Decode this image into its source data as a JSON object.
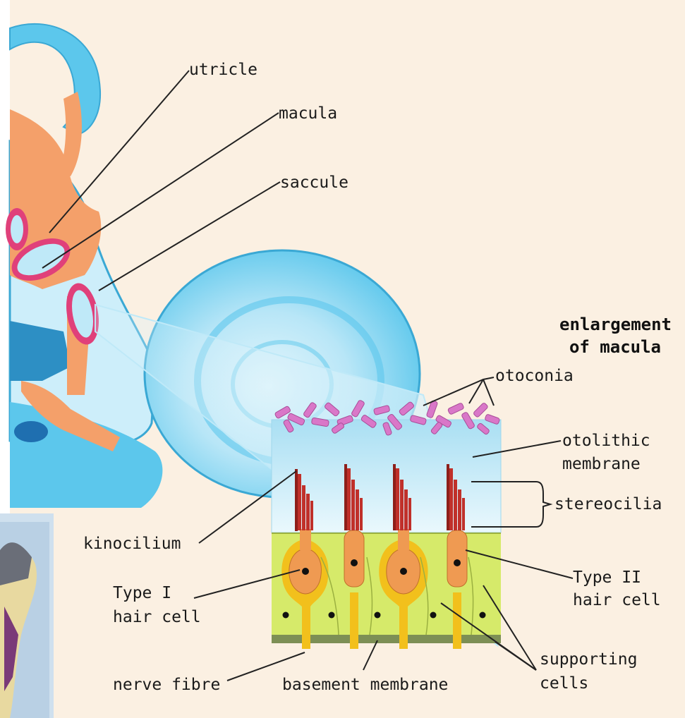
{
  "labels": {
    "utricle": "utricle",
    "macula": "macula",
    "saccule": "saccule",
    "enlargement_line1": "enlargement",
    "enlargement_line2": "of macula",
    "otoconia": "otoconia",
    "otolithic_line1": "otolithic",
    "otolithic_line2": "membrane",
    "stereocilia": "stereocilia",
    "kinocilium": "kinocilium",
    "type1_line1": "Type I",
    "type1_line2": "hair cell",
    "type2_line1": "Type II",
    "type2_line2": "hair cell",
    "supporting_line1": "supporting",
    "supporting_line2": "cells",
    "nerve_fibre": "nerve fibre",
    "basement_membrane": "basement membrane"
  },
  "colors": {
    "background": "#fbf0e2",
    "endolymph_blue": "#5cc7ec",
    "light_blue": "#cdeefa",
    "tissue_orange": "#f4a06a",
    "macula_pink": "#e0407a",
    "otoconia_pink": "#d977c8",
    "support_green": "#d6ea6a",
    "hair_cell_orange": "#ef9a52",
    "nerve_yellow": "#f2c01c",
    "stereocilia_red": "#c0302a"
  }
}
